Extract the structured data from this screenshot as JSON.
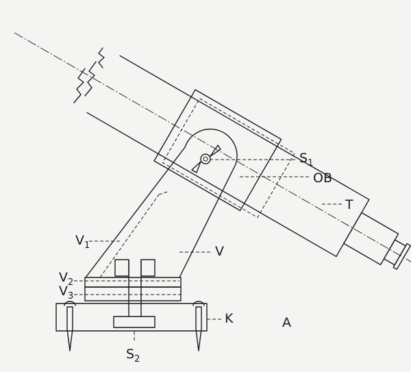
{
  "labels": {
    "S1": {
      "main": "S",
      "sub": "1"
    },
    "OB": "OB",
    "T": "T",
    "V1": {
      "main": "V",
      "sub": "1"
    },
    "V": "V",
    "V2": {
      "main": "V",
      "sub": "2"
    },
    "V3": {
      "main": "V",
      "sub": "3"
    },
    "K": "K",
    "A": "A",
    "S2": {
      "main": "S",
      "sub": "2"
    }
  }
}
